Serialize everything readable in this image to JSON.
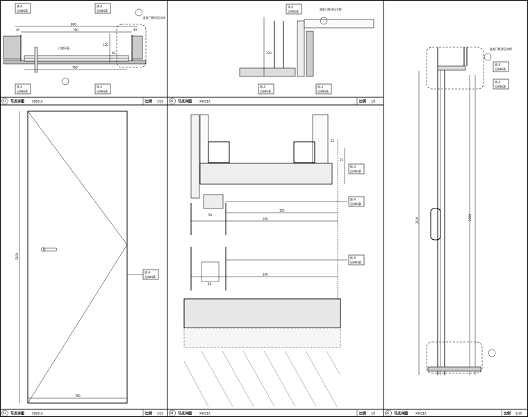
{
  "panels": [
    {
      "number": "01",
      "title": "节点详图",
      "code": "X0621A",
      "scale_label": "比例",
      "scale": "1/10"
    },
    {
      "number": "02",
      "title": "节点详图",
      "code": "X0621A",
      "scale_label": "比例",
      "scale": "1/5"
    },
    {
      "number": "03",
      "title": "节点详图",
      "code": "X0621A",
      "scale_label": "比例",
      "scale": "1/10"
    },
    {
      "number": "04",
      "title": "节点详图",
      "code": "X0621A",
      "scale_label": "比例",
      "scale": "1/2"
    },
    {
      "number": "05",
      "title": "节点详图",
      "code": "X0621A",
      "scale_label": "比例",
      "scale": "1/10"
    }
  ],
  "panel01": {
    "dim_overall": "860",
    "dim_inner": "760",
    "dim_left": "40",
    "dim_right": "40",
    "dim_bottom": "760",
    "room_label": "门扇平面",
    "dim_v1": "120",
    "dim_v2": "60"
  },
  "panel03": {
    "dim_height": "2100",
    "dim_width": "760"
  },
  "panel04": {
    "dim_a": "155",
    "dim_b": "200",
    "dim_c": "50",
    "dim_d": "200",
    "dim_e": "50",
    "dim_f": "15",
    "dim_g": "25"
  },
  "panel05": {
    "dim_height": "2100",
    "dim_height2": "2060"
  },
  "tag": {
    "top": "饰-A",
    "bottom": "见材料表"
  },
  "note": "此处门框详见大样"
}
